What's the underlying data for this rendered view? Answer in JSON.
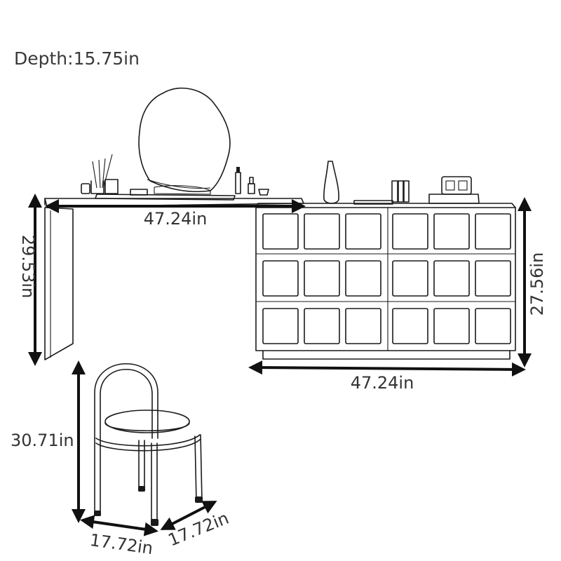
{
  "depth_label": "Depth:15.75in",
  "dimensions": {
    "desk_width": "47.24in",
    "desk_height": "29.53in",
    "cabinet_width": "47.24in",
    "cabinet_height": "27.56in",
    "chair_height": "30.71in",
    "chair_width": "17.72in",
    "chair_depth": "17.72in"
  },
  "colors": {
    "line": "#1a1a1a",
    "text": "#333333",
    "background": "#ffffff"
  }
}
